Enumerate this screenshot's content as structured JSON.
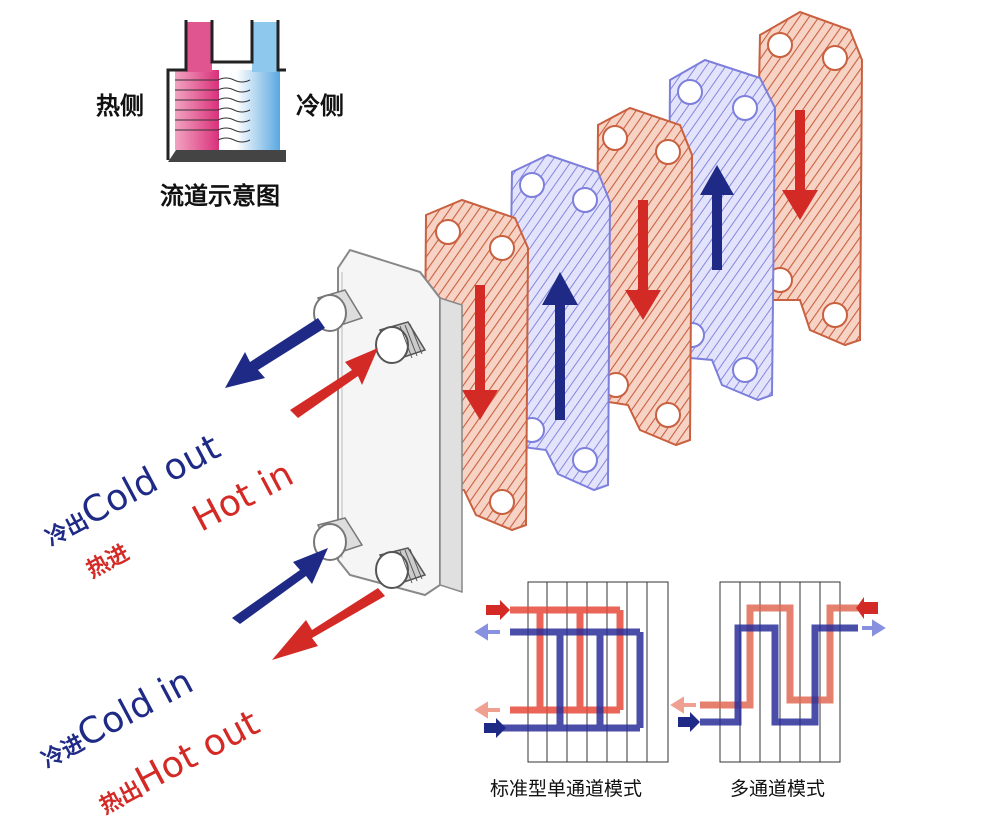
{
  "inset": {
    "hot_side": "热侧",
    "cold_side": "冷侧",
    "caption": "流道示意图"
  },
  "ports": {
    "cold_out_cn": "冷出",
    "cold_out_en": "Cold out",
    "hot_in_en": "Hot in",
    "hot_in_cn": "热进",
    "cold_in_cn": "冷进",
    "cold_in_en": "Cold in",
    "hot_out_cn": "热出",
    "hot_out_en": "Hot out"
  },
  "modes": {
    "single_pass": "标准型单通道模式",
    "multi_pass": "多通道模式"
  },
  "colors": {
    "hot": "#d42a26",
    "cold": "#1f2a86",
    "hot_plate": "#f4c7b6",
    "cold_plate": "#d6d8f6",
    "hot_outline": "#c9603f",
    "cold_outline": "#7d7fdc"
  }
}
